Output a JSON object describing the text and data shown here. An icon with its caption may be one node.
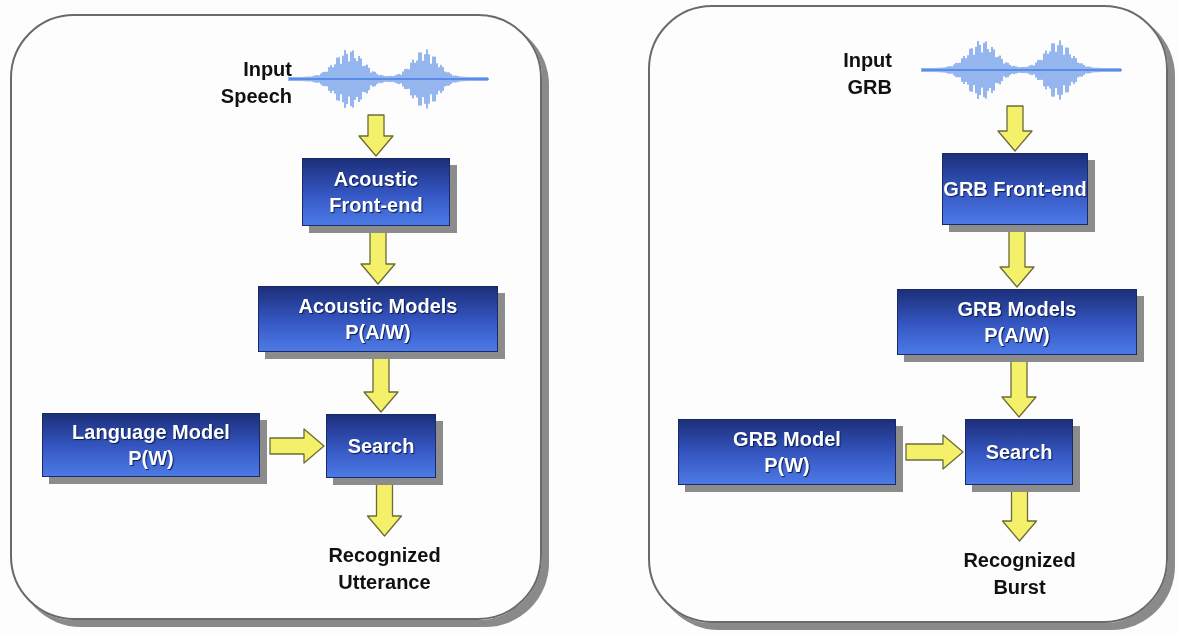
{
  "diagram": {
    "nodes": [
      {
        "text": [],
        "shape": "box"
      },
      {
        "text": [
          "Input Speech"
        ],
        "in": 0
      },
      {
        "text": [],
        "shape": "picture",
        "in": 0
      },
      {
        "text": [
          "Acoustic Front-end"
        ],
        "in": 0
      },
      {
        "text": [
          "Acoustic Models",
          "P(A/W)"
        ],
        "in": 0
      },
      {
        "text": [
          "Language Model",
          "P(W)"
        ],
        "in": 0
      },
      {
        "text": [
          "Search"
        ],
        "in": 0
      },
      {
        "text": [
          "Recognized Utterance"
        ],
        "in": 0
      },
      {
        "text": [],
        "shape": "box"
      },
      {
        "text": [
          "Input GRB"
        ],
        "in": 8
      },
      {
        "text": [],
        "shape": "picture",
        "in": 8
      },
      {
        "text": [
          "GRB Front-end"
        ],
        "in": 8
      },
      {
        "text": [
          "GRB Models",
          "P(A/W)"
        ],
        "in": 8
      },
      {
        "text": [
          "GRB Model",
          "P(W)"
        ],
        "in": 8
      },
      {
        "text": [
          "Search"
        ],
        "in": 8
      },
      {
        "text": [
          "Recognized Burst"
        ],
        "in": 8
      }
    ],
    "edges": [
      {
        "from": 2,
        "to": 3,
        "arrow": "to"
      },
      {
        "from": 3,
        "to": 4,
        "arrow": "to"
      },
      {
        "from": 4,
        "to": 6,
        "arrow": "to"
      },
      {
        "from": 5,
        "to": 6,
        "arrow": "to"
      },
      {
        "from": 6,
        "to": 7,
        "arrow": "to"
      },
      {
        "from": 10,
        "to": 11,
        "arrow": "to"
      },
      {
        "from": 11,
        "to": 12,
        "arrow": "to"
      },
      {
        "from": 12,
        "to": 14,
        "arrow": "to"
      },
      {
        "from": 13,
        "to": 14,
        "arrow": "to"
      },
      {
        "from": 14,
        "to": 15,
        "arrow": "to"
      }
    ]
  }
}
